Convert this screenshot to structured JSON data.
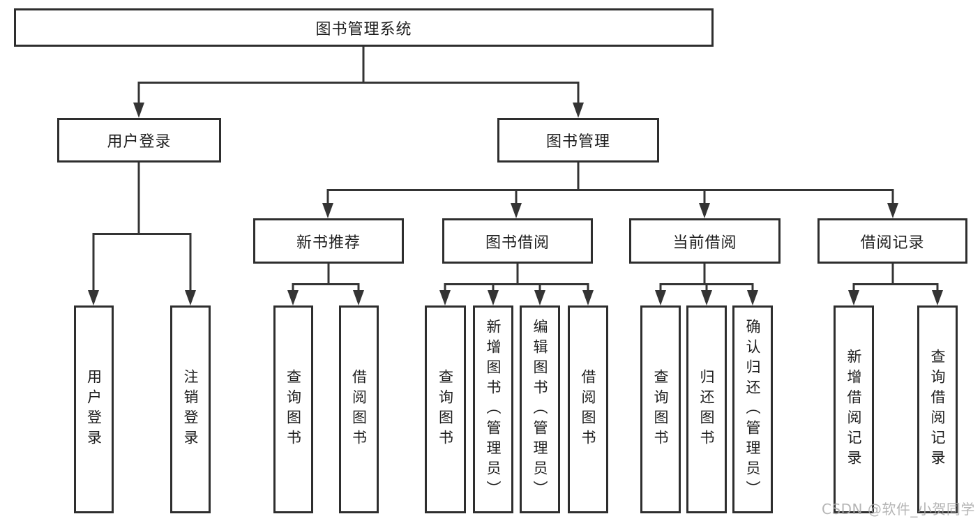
{
  "colors": {
    "line": "#343434",
    "box_border": "#2e2e2e",
    "text": "#1e1e1e",
    "watermark": "#a8a8a8",
    "background": "#ffffff"
  },
  "watermark": {
    "text": "CSDN @软件_小贺同学"
  },
  "diagram": {
    "root": {
      "label": "图书管理系统"
    },
    "level2": {
      "user_login": {
        "label": "用户登录"
      },
      "book_management": {
        "label": "图书管理"
      }
    },
    "level3": {
      "new_book_recommend": {
        "label": "新书推荐"
      },
      "book_borrow": {
        "label": "图书借阅"
      },
      "current_borrow": {
        "label": "当前借阅"
      },
      "borrow_records": {
        "label": "借阅记录"
      }
    },
    "leaves": {
      "user_login": {
        "label": "用户登录"
      },
      "logout": {
        "label": "注销登录"
      },
      "rec_query_book": {
        "label": "查询图书"
      },
      "rec_borrow_book": {
        "label": "借阅图书"
      },
      "bb_query_book": {
        "label": "查询图书"
      },
      "bb_add_book_admin": {
        "label": "新增图书（管理员）"
      },
      "bb_edit_book_admin": {
        "label": "编辑图书（管理员）"
      },
      "bb_borrow_book": {
        "label": "借阅图书"
      },
      "cb_query_book": {
        "label": "查询图书"
      },
      "cb_return_book": {
        "label": "归还图书"
      },
      "cb_confirm_return_admin": {
        "label": "确认归还（管理员）"
      },
      "br_add_record": {
        "label": "新增借阅记录"
      },
      "br_query_record": {
        "label": "查询借阅记录"
      }
    }
  }
}
